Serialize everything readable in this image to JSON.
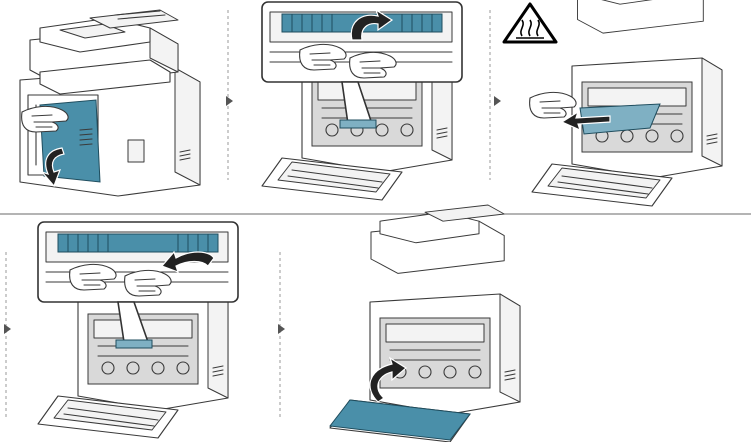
{
  "steps": [
    {
      "step": 1,
      "part": "side-cover",
      "action": "open",
      "direction": "down"
    },
    {
      "step": 2,
      "part": "fuser-lever",
      "action": "lift",
      "direction": "up"
    },
    {
      "step": 3,
      "part": "jammed-paper",
      "action": "pull-out",
      "direction": "out",
      "warning": "hot-surface"
    },
    {
      "step": 4,
      "part": "fuser-lever",
      "action": "lower",
      "direction": "down"
    },
    {
      "step": 5,
      "part": "rear-cover",
      "action": "close",
      "direction": "up"
    }
  ],
  "icons": {
    "warning": "hot-surface-warning-icon",
    "step_marker": "triangle-right-icon"
  },
  "colors": {
    "accent": "#4a8fa9",
    "line": "#3a3a3a",
    "warning_fill": "#ffffff",
    "warning_stroke": "#000000"
  }
}
